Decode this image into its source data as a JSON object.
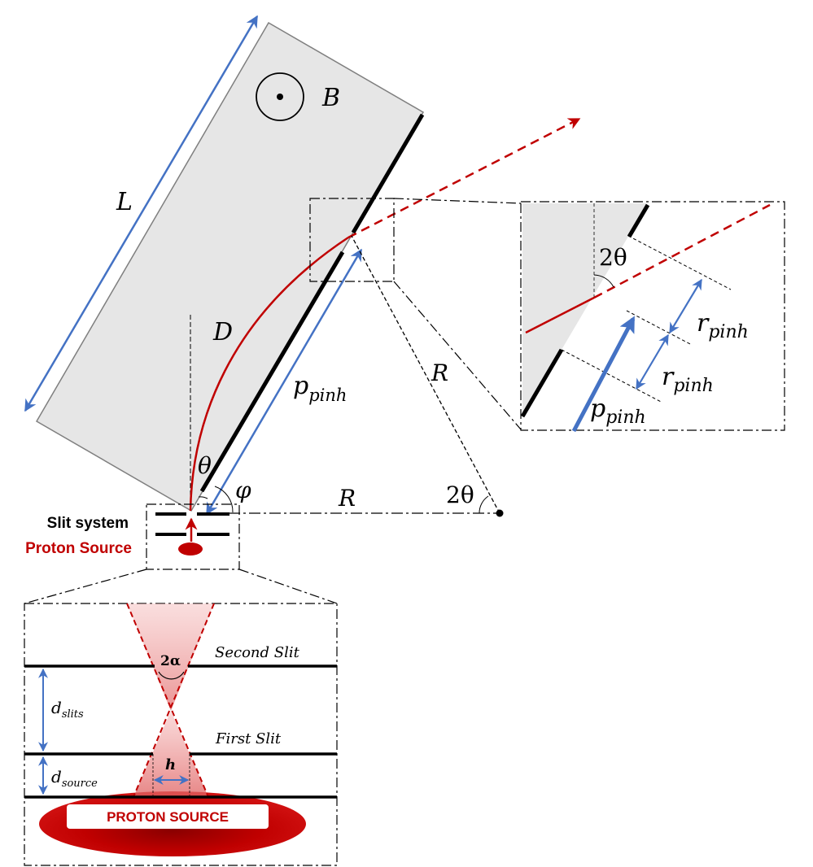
{
  "labels": {
    "B": "B",
    "L": "L",
    "D": "D",
    "theta": "θ",
    "phi": "φ",
    "R_horizontal": "R",
    "R_diagonal": "R",
    "two_theta_main": "2θ",
    "two_theta_inset": "2θ",
    "p_main_base": "p",
    "p_main_sub": "pinh",
    "p_inset_base": "p",
    "p_inset_sub": "pinh",
    "r_top_base": "r",
    "r_top_sub": "pinh",
    "r_bot_base": "r",
    "r_bot_sub": "pinh",
    "slit_system": "Slit system",
    "proton_source_label": "Proton Source",
    "second_slit": "Second Slit",
    "first_slit": "First Slit",
    "two_alpha": "2α",
    "d_slits_base": "d",
    "d_slits_sub": "slits",
    "d_source_base": "d",
    "d_source_sub": "source",
    "h": "h",
    "proton_source_box": "PROTON SOURCE"
  },
  "colors": {
    "magnet_fill": "#e6e6e6",
    "magnet_edge": "#7f7f7f",
    "blue_arrow": "#4472c4",
    "red_path": "#c00000",
    "detector": "#000000"
  }
}
